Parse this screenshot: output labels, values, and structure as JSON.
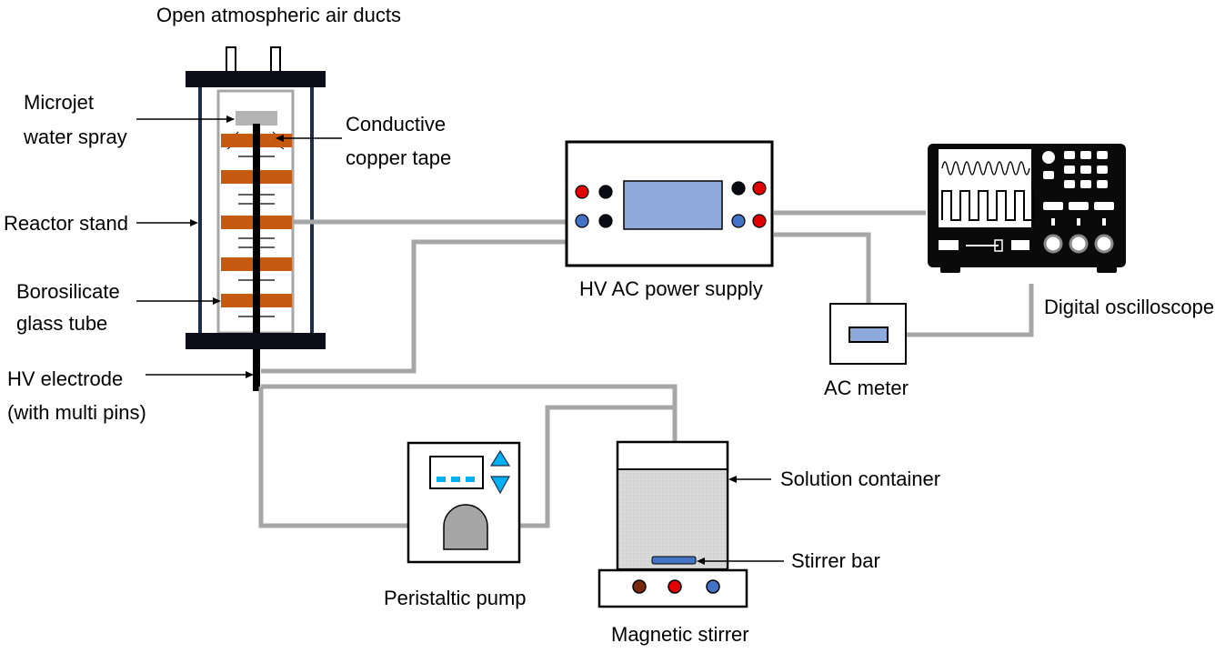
{
  "labels": {
    "air_ducts": "Open atmospheric air ducts",
    "microjet_line1": "Microjet",
    "microjet_line2": "water spray",
    "copper_line1": "Conductive",
    "copper_line2": "copper tape",
    "reactor_stand": "Reactor stand",
    "borosilicate_line1": "Borosilicate",
    "borosilicate_line2": "glass tube",
    "hv_electrode_line1": "HV electrode",
    "hv_electrode_line2": "(with multi pins)",
    "power_supply": "HV AC power supply",
    "oscilloscope": "Digital oscilloscope",
    "ac_meter": "AC meter",
    "solution_container": "Solution container",
    "stirrer_bar": "Stirrer bar",
    "peristaltic_pump": "Peristaltic pump",
    "magnetic_stirrer": "Magnetic stirrer"
  },
  "colors": {
    "frame": "#1f2d4d",
    "copper": "#c55a11",
    "tubing": "#a6a6a6",
    "display": "#8eaadb",
    "terminal_red": "#e00000",
    "terminal_blue": "#4472c4",
    "terminal_black": "#0a0a14",
    "solution": "#d9d9d9",
    "pump_display": "#00b0f0"
  },
  "icons": {
    "oscilloscope_knob": "round-knob-icon",
    "pump_arrows": "up-down-triangle-icon"
  }
}
